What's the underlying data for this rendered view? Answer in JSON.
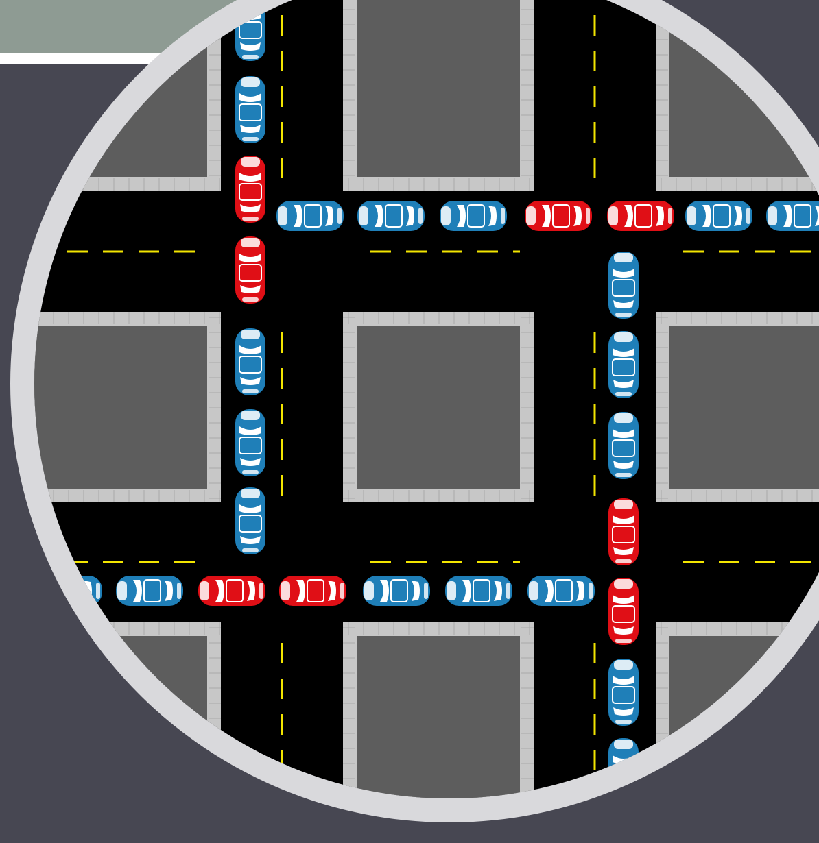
{
  "scene": {
    "description_free": true,
    "colors": {
      "background": "#474752",
      "header_band": "#8e9b93",
      "header_line": "#ffffff",
      "ring": "#d9d9dc",
      "road": "#000000",
      "lane_marking": "#f2e500",
      "block_fill": "#5d5d5d",
      "sidewalk": "#c7c7c7",
      "car_blue": "#1f7fb8",
      "car_red": "#e00f16",
      "car_window": "#ffffff"
    },
    "blocks_grid": {
      "columns": 3,
      "rows": 3
    },
    "cars": {
      "vertical_left_column": [
        "blue",
        "blue",
        "red",
        "red",
        "blue",
        "blue",
        "blue"
      ],
      "vertical_right_column": [
        "blue",
        "blue",
        "blue",
        "red",
        "red",
        "blue",
        "blue"
      ],
      "horizontal_upper_row": [
        "blue",
        "blue",
        "blue",
        "red",
        "red",
        "blue",
        "blue"
      ],
      "horizontal_lower_row": [
        "blue",
        "blue",
        "red",
        "red",
        "blue",
        "blue",
        "blue"
      ]
    }
  }
}
